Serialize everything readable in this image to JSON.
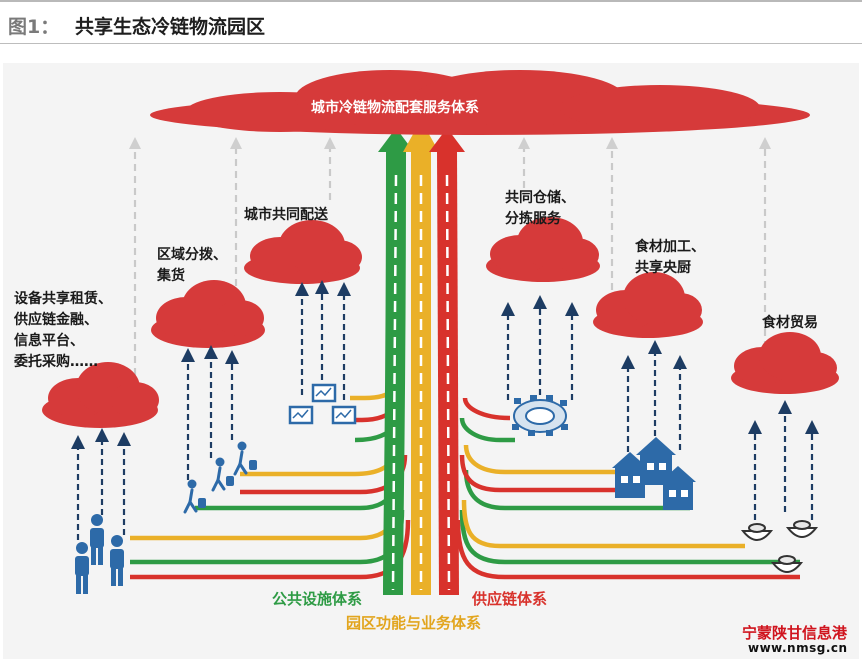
{
  "header": {
    "figure_label": "图1：",
    "title": "共享生态冷链物流园区"
  },
  "diagram": {
    "top_cloud": "城市冷链物流配套服务体系",
    "services": {
      "equipment": [
        "设备共享租赁、",
        "供应链金融、",
        "信息平台、",
        "委托采购……"
      ],
      "distribution": [
        "区域分拨、",
        "集货"
      ],
      "city_delivery": [
        "城市共同配送"
      ],
      "storage": [
        "共同仓储、",
        "分拣服务"
      ],
      "processing": [
        "食材加工、",
        "共享央厨"
      ],
      "trade": [
        "食材贸易"
      ]
    },
    "legend": {
      "public": "公共设施体系",
      "functions": "园区功能与业务体系",
      "supply": "供应链体系"
    },
    "colors": {
      "cloud": "#d63a3a",
      "green": "#2e9b45",
      "yellow": "#eab028",
      "red": "#d8322c",
      "arrow": "#1d3c63",
      "icon": "#2d6aa8"
    }
  },
  "watermark": {
    "line1": "宁蒙陕甘信息港",
    "line2": "www.nmsg.cn"
  }
}
